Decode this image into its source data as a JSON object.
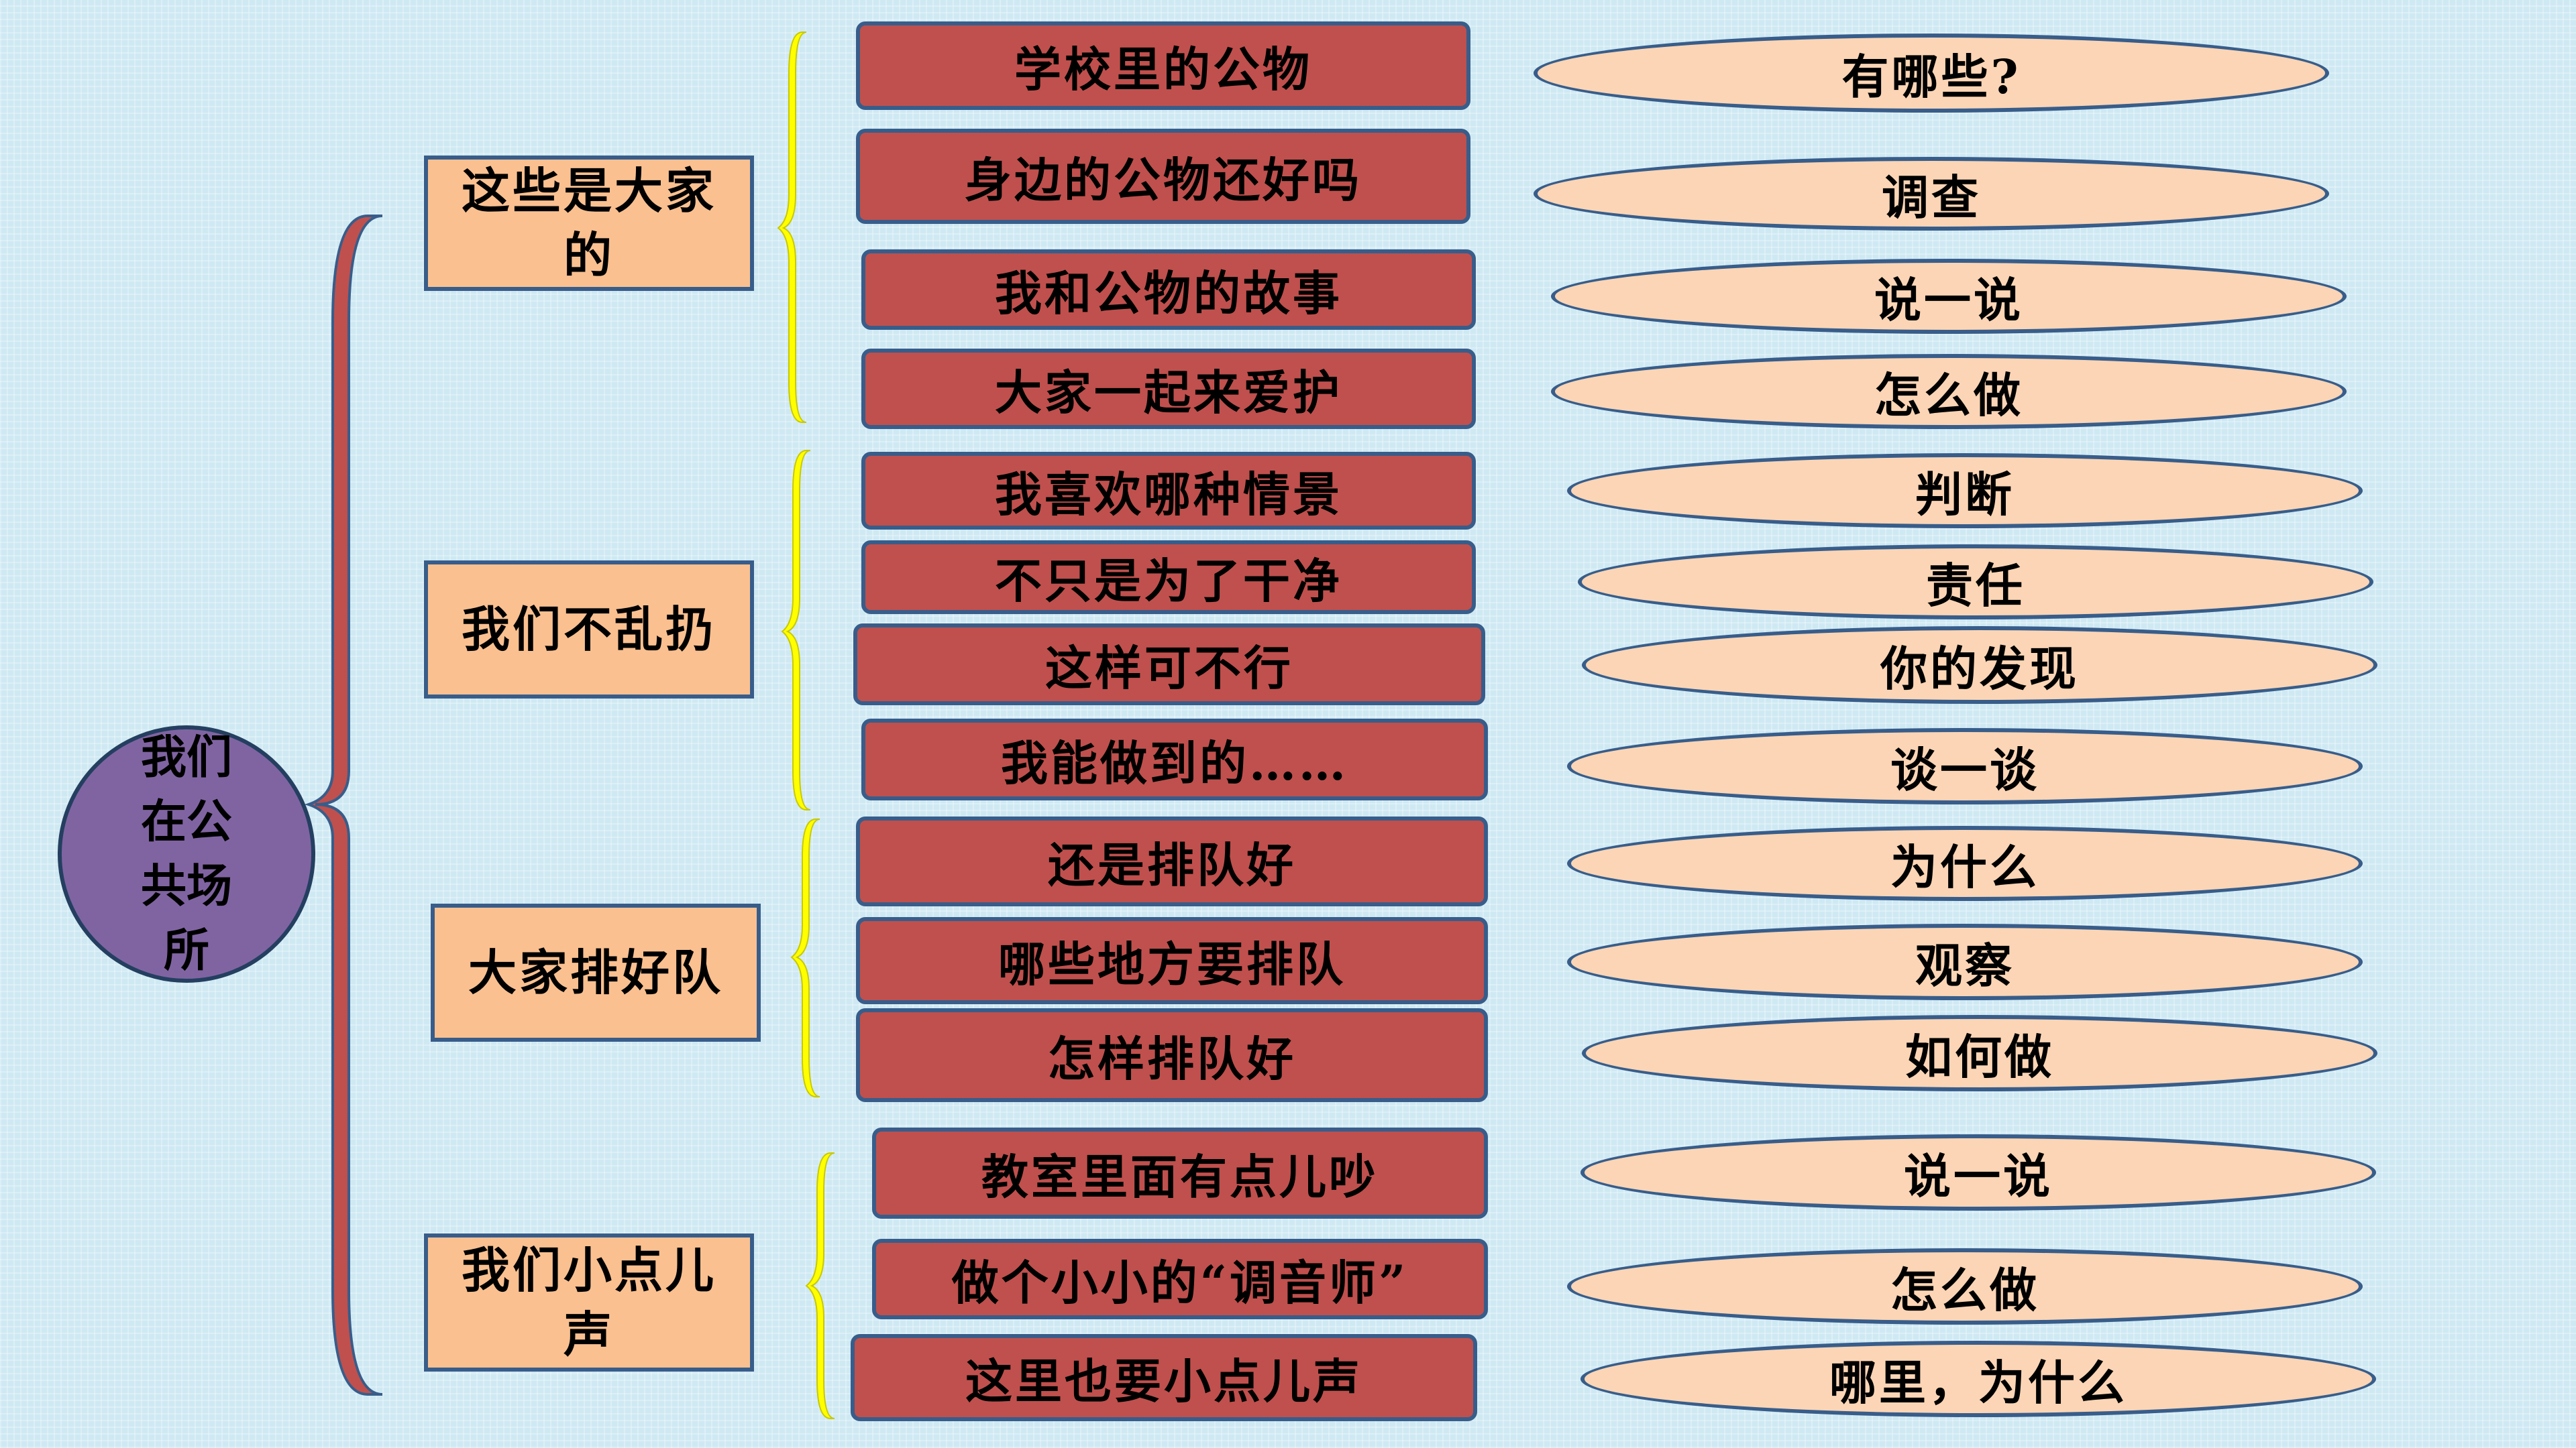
{
  "root": {
    "label": "我们在公共场所"
  },
  "categories": [
    {
      "label": "这些是大家的",
      "topics": [
        {
          "label": "学校里的公物",
          "leaf": "有哪些?"
        },
        {
          "label": "身边的公物还好吗",
          "leaf": "调查"
        },
        {
          "label": "我和公物的故事",
          "leaf": "说一说"
        },
        {
          "label": "大家一起来爱护",
          "leaf": "怎么做"
        }
      ]
    },
    {
      "label": "我们不乱扔",
      "topics": [
        {
          "label": "我喜欢哪种情景",
          "leaf": "判断"
        },
        {
          "label": "不只是为了干净",
          "leaf": "责任"
        },
        {
          "label": "这样可不行",
          "leaf": "你的发现"
        },
        {
          "label": "我能做到的……",
          "leaf": "谈一谈"
        }
      ]
    },
    {
      "label": "大家排好队",
      "topics": [
        {
          "label": "还是排队好",
          "leaf": "为什么"
        },
        {
          "label": "哪些地方要排队",
          "leaf": "观察"
        },
        {
          "label": "怎样排队好",
          "leaf": "如何做"
        }
      ]
    },
    {
      "label": "我们小点儿声",
      "topics": [
        {
          "label": "教室里面有点儿吵",
          "leaf": "说一说"
        },
        {
          "label": "做个小小的“调音师”",
          "leaf": "怎么做"
        },
        {
          "label": "这里也要小点儿声",
          "leaf": "哪里，为什么"
        }
      ]
    }
  ],
  "colors": {
    "background": "#cfe9f3",
    "root_fill": "#8064a2",
    "category_fill": "#fac090",
    "topic_fill": "#c0504d",
    "leaf_fill": "#fbd5b5",
    "outline": "#385d8a",
    "main_brace": "#c0504d",
    "sub_brace": "#ffff00"
  }
}
